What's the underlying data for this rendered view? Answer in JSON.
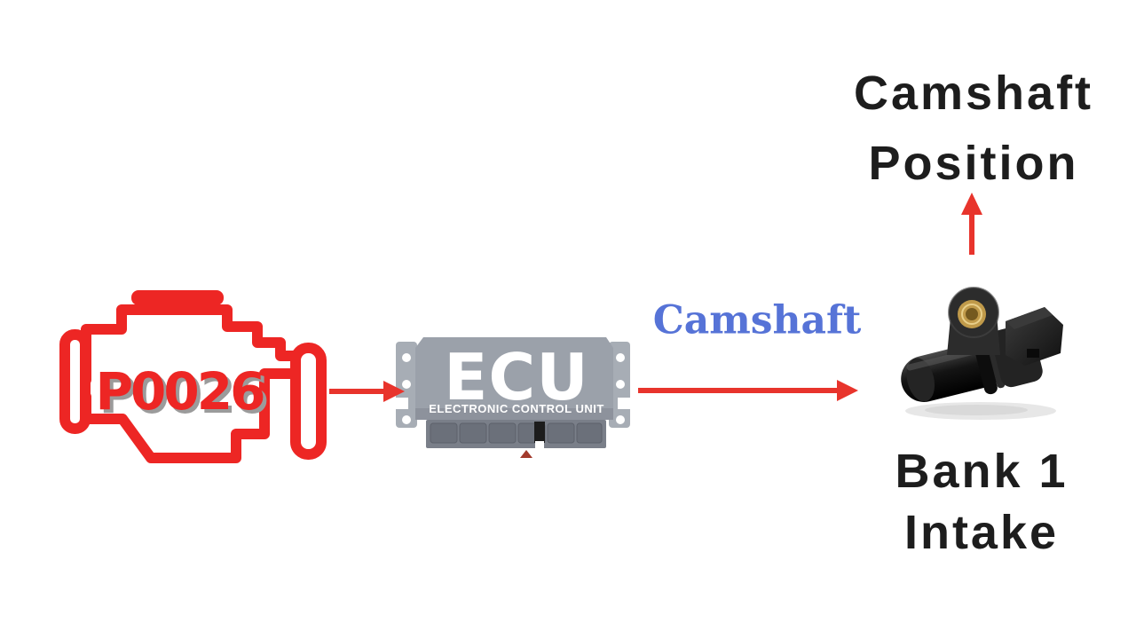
{
  "diagram": {
    "title_context": "P0026 trouble code flow diagram",
    "engine": {
      "code": "P0026",
      "icon": "check-engine-icon",
      "color": "#ed2624",
      "code_shadow_color": "#9b9b9b"
    },
    "ecu": {
      "title": "ECU",
      "subtitle": "ELECTRONIC CONTROL UNIT",
      "body_color": "#9ba1aa",
      "flange_color": "#a7adb5",
      "connector_color": "#7a7f89",
      "text_color": "#ffffff"
    },
    "sensor": {
      "name": "camshaft-position-sensor",
      "body_color": "#1a1a1a",
      "bushing_color": "#c09a4a"
    },
    "labels": {
      "wire": "Camshaft",
      "wire_color": "#5673d7",
      "top_line1": "Camshaft",
      "top_line2": "Position",
      "bottom_line1": "Bank 1",
      "bottom_line2": "Intake",
      "label_color": "#1d1d1d"
    },
    "arrows": {
      "color": "#e8342c",
      "engine_to_ecu": "left-to-right",
      "ecu_to_sensor": "left-to-right",
      "sensor_to_top_label": "bottom-to-top",
      "ecu_bottom_hint": "up"
    }
  }
}
